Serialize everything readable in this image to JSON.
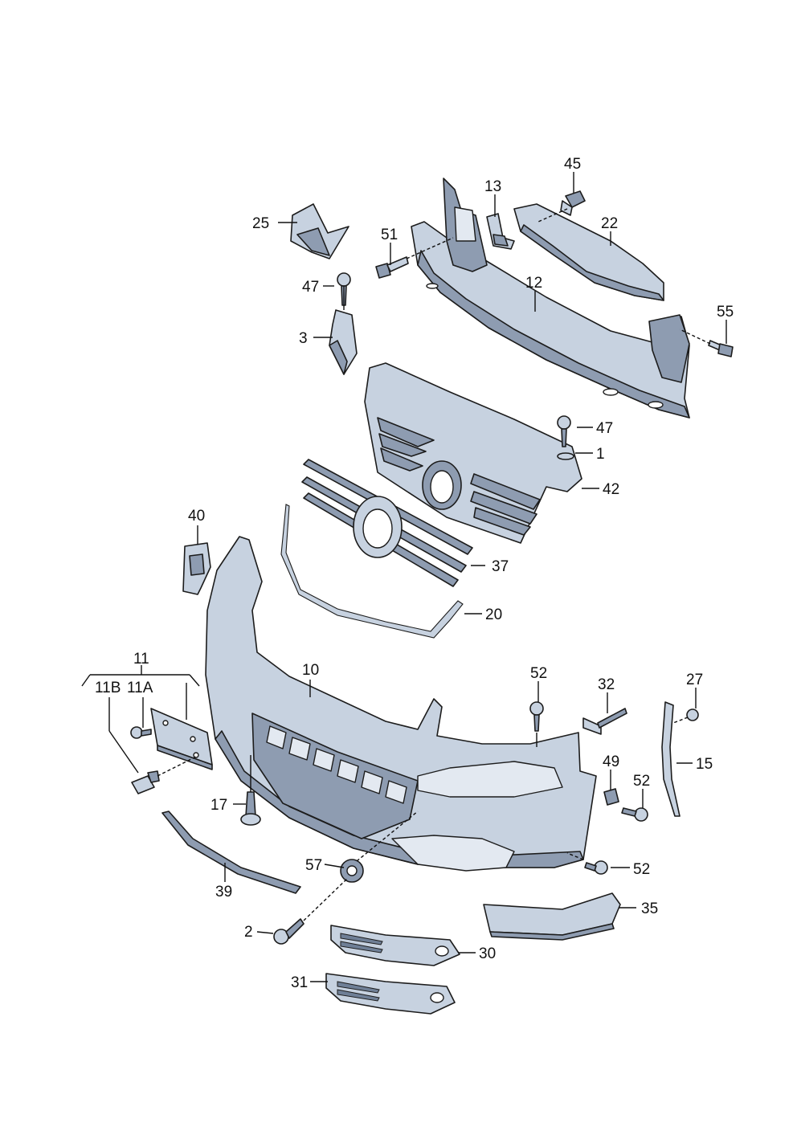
{
  "labels": {
    "p1": "1",
    "p2": "2",
    "p3": "3",
    "p10": "10",
    "p11": "11",
    "p11a": "11A",
    "p11b": "11B",
    "p12": "12",
    "p13": "13",
    "p15": "15",
    "p17": "17",
    "p20": "20",
    "p22": "22",
    "p25": "25",
    "p27": "27",
    "p30": "30",
    "p31": "31",
    "p32": "32",
    "p35": "35",
    "p37": "37",
    "p39": "39",
    "p40": "40",
    "p42": "42",
    "p45": "45",
    "p47a": "47",
    "p47b": "47",
    "p49": "49",
    "p51": "51",
    "p52a": "52",
    "p52b": "52",
    "p52c": "52",
    "p55": "55",
    "p57": "57"
  },
  "colors": {
    "part_fill": "#c7d2e0",
    "part_shade": "#8e9cb1",
    "outline": "#1c1c1c"
  }
}
